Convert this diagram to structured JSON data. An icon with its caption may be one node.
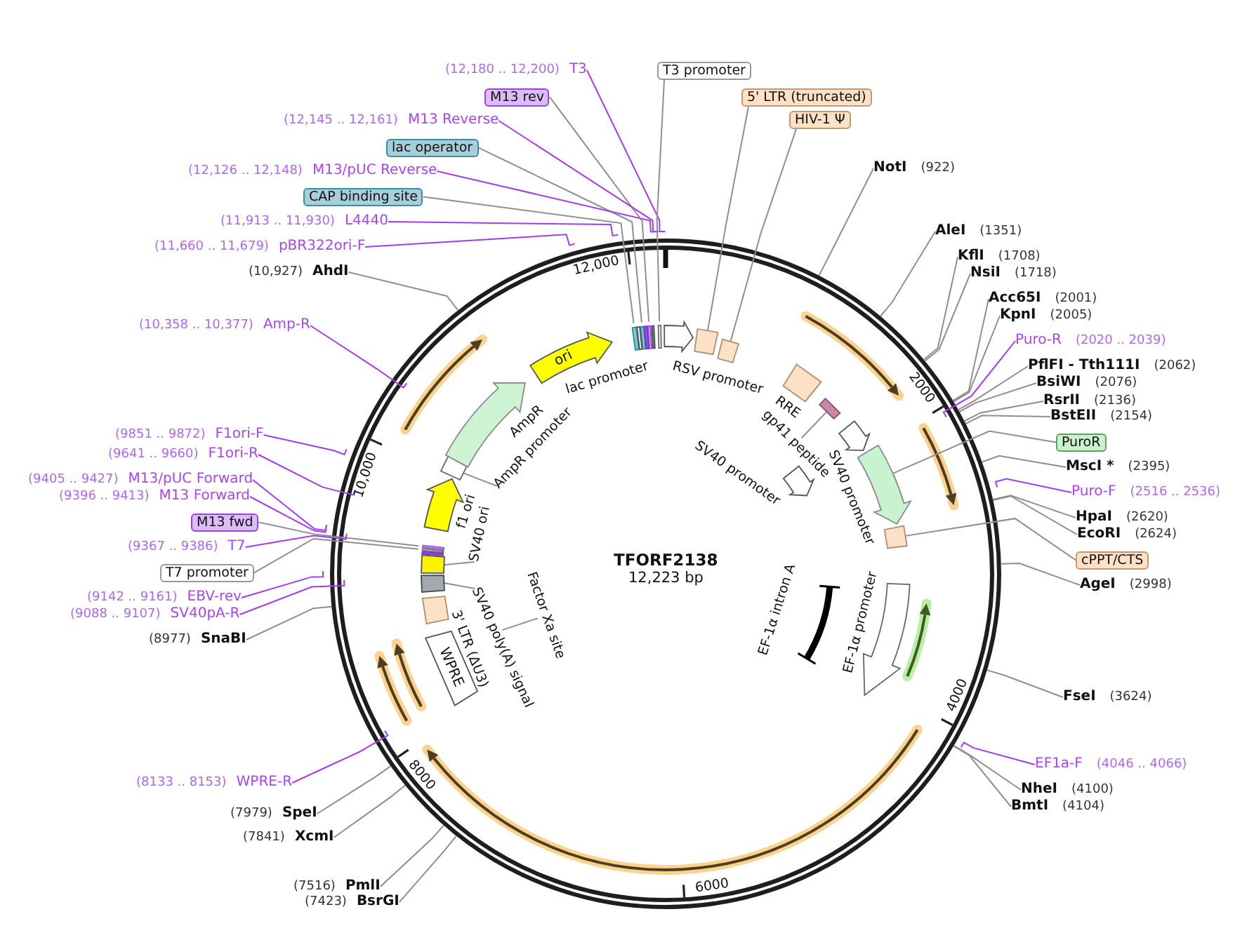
{
  "diagram": {
    "nodes": [
      {
        "text": [
          "TFORF2138",
          "12,223 bp"
        ]
      },
      {
        "text": [
          "ori"
        ],
        "in": 0
      },
      {
        "text": [
          "WPRE"
        ],
        "in": 0
      },
      {
        "text": [
          "AmpR promoter"
        ],
        "in": 0
      },
      {
        "text": [
          "SV40 ori"
        ],
        "in": 0
      },
      {
        "text": [
          "SV40 poly(A) signal"
        ],
        "in": 0
      },
      {
        "text": [
          "Factor Xa site"
        ],
        "in": 0
      },
      {
        "text": [
          "gp41 peptide"
        ],
        "in": 0
      },
      {
        "text": [
          "T3"
        ],
        "beside": [
          "(12,180 .. 12,200)"
        ]
      },
      {
        "text": [
          "M13 rev"
        ]
      },
      {
        "text": [
          "M13 Reverse"
        ],
        "beside": [
          "(12,145 .. 12,161)"
        ]
      },
      {
        "text": [
          "lac operator"
        ]
      },
      {
        "text": [
          "M13/pUC Reverse"
        ],
        "beside": [
          "(12,126 .. 12,148)"
        ]
      },
      {
        "text": [
          "CAP binding site"
        ]
      },
      {
        "text": [
          "L4440"
        ],
        "beside": [
          "(11,913 .. 11,930)"
        ]
      },
      {
        "text": [
          "pBR322ori-F"
        ],
        "beside": [
          "(11,660 .. 11,679)"
        ]
      },
      {
        "text": [
          "AhdI"
        ],
        "beside": [
          "(10,927)"
        ]
      },
      {
        "text": [
          "Amp-R"
        ],
        "beside": [
          "(10,358 .. 10,377)"
        ]
      },
      {
        "text": [
          "F1ori-F"
        ],
        "beside": [
          "(9851 .. 9872)"
        ]
      },
      {
        "text": [
          "F1ori-R"
        ],
        "beside": [
          "(9641 .. 9660)"
        ]
      },
      {
        "text": [
          "M13/pUC Forward"
        ],
        "beside": [
          "(9405 .. 9427)"
        ]
      },
      {
        "text": [
          "M13 Forward"
        ],
        "beside": [
          "(9396 .. 9413)"
        ]
      },
      {
        "text": [
          "M13 fwd"
        ]
      },
      {
        "text": [
          "T7"
        ],
        "beside": [
          "(9367 .. 9386)"
        ]
      },
      {
        "text": [
          "T7 promoter"
        ]
      },
      {
        "text": [
          "EBV-rev"
        ],
        "beside": [
          "(9142 .. 9161)"
        ]
      },
      {
        "text": [
          "SV40pA-R"
        ],
        "beside": [
          "(9088 .. 9107)"
        ]
      },
      {
        "text": [
          "SnaBI"
        ],
        "beside": [
          "(8977)"
        ]
      },
      {
        "text": [
          "WPRE-R"
        ],
        "beside": [
          "(8133 .. 8153)"
        ]
      },
      {
        "text": [
          "SpeI"
        ],
        "beside": [
          "(7979)"
        ]
      },
      {
        "text": [
          "XcmI"
        ],
        "beside": [
          "(7841)"
        ]
      },
      {
        "text": [
          "PmlI"
        ],
        "beside": [
          "(7516)"
        ]
      },
      {
        "text": [
          "BsrGI"
        ],
        "beside": [
          "(7423)"
        ]
      },
      {
        "text": [
          "T3 promoter"
        ]
      },
      {
        "text": [
          "5' LTR (truncated)"
        ]
      },
      {
        "text": [
          "HIV-1 Ψ"
        ]
      },
      {
        "text": [
          "NotI"
        ],
        "beside": [
          "(922)"
        ]
      },
      {
        "text": [
          "AleI"
        ],
        "beside": [
          "(1351)"
        ]
      },
      {
        "text": [
          "KflI"
        ],
        "beside": [
          "(1708)"
        ]
      },
      {
        "text": [
          "NsiI"
        ],
        "beside": [
          "(1718)"
        ]
      },
      {
        "text": [
          "Acc65I"
        ],
        "beside": [
          "(2001)"
        ]
      },
      {
        "text": [
          "KpnI"
        ],
        "beside": [
          "(2005)"
        ]
      },
      {
        "text": [
          "Puro-R"
        ],
        "beside": [
          "(2020 .. 2039)"
        ]
      },
      {
        "text": [
          "PflFI - Tth111I"
        ],
        "beside": [
          "(2062)"
        ]
      },
      {
        "text": [
          "BsiWI"
        ],
        "beside": [
          "(2076)"
        ]
      },
      {
        "text": [
          "RsrII"
        ],
        "beside": [
          "(2136)"
        ]
      },
      {
        "text": [
          "BstEII"
        ],
        "beside": [
          "(2154)"
        ]
      },
      {
        "text": [
          "PuroR"
        ]
      },
      {
        "text": [
          "MscI *"
        ],
        "beside": [
          "(2395)"
        ]
      },
      {
        "text": [
          "Puro-F"
        ],
        "beside": [
          "(2516 .. 2536)"
        ]
      },
      {
        "text": [
          "HpaI"
        ],
        "beside": [
          "(2620)"
        ]
      },
      {
        "text": [
          "EcoRI"
        ],
        "beside": [
          "(2624)"
        ]
      },
      {
        "text": [
          "cPPT/CTS"
        ]
      },
      {
        "text": [
          "AgeI"
        ],
        "beside": [
          "(2998)"
        ]
      },
      {
        "text": [
          "FseI"
        ],
        "beside": [
          "(3624)"
        ]
      },
      {
        "text": [
          "EF1a-F"
        ],
        "beside": [
          "(4046 .. 4066)"
        ]
      },
      {
        "text": [
          "NheI"
        ],
        "beside": [
          "(4100)"
        ]
      },
      {
        "text": [
          "BmtI"
        ],
        "beside": [
          "(4104)"
        ]
      },
      {
        "text": [],
        "shape": "bar",
        "in": 0
      },
      {
        "text": [],
        "shape": "bar",
        "in": 0
      },
      {
        "text": [],
        "shape": "bar",
        "in": 0
      },
      {
        "text": [],
        "shape": "bar",
        "in": 0
      },
      {
        "text": [],
        "shape": "box",
        "in": 0
      },
      {
        "text": [],
        "shape": "box",
        "in": 0
      },
      {
        "text": [],
        "shape": "arrow",
        "in": 0
      },
      {
        "text": [],
        "shape": "box",
        "in": 0
      },
      {
        "text": [],
        "shape": "bar",
        "in": 0
      },
      {
        "text": [],
        "shape": "bar",
        "in": 0
      },
      {
        "text": [],
        "shape": "box",
        "in": 0
      },
      {
        "text": [],
        "shape": "box",
        "in": 0
      },
      {
        "text": [],
        "shape": "box",
        "in": 0
      },
      {
        "text": [],
        "shape": "box",
        "in": 0
      },
      {
        "text": [],
        "shape": "arrow",
        "beside": [
          "f1 ori"
        ],
        "in": 0
      },
      {
        "text": [],
        "shape": "arrow",
        "beside": [
          "AmpR"
        ],
        "in": 0
      },
      {
        "text": [],
        "shape": "box",
        "beside": [
          "3' LTR (ΔU3)"
        ],
        "in": 0
      },
      {
        "text": [],
        "shape": "arrow",
        "in": 0
      },
      {
        "text": [],
        "shape": "box",
        "beside": [
          "RRE"
        ],
        "in": 0
      },
      {
        "text": [],
        "shape": "arrow",
        "beside": [
          "SV40 promoter"
        ],
        "in": 0
      },
      {
        "text": [],
        "shape": "arrow",
        "beside": [
          "EF-1α promoter"
        ],
        "in": 0
      },
      {
        "text": [],
        "shape": "arrow",
        "beside": [
          "SV40 promoter"
        ],
        "in": 0
      },
      {
        "text": [
          "EF-1α intron A"
        ],
        "in": 0
      },
      {
        "text": [],
        "shape": "bar",
        "in": 0
      },
      {
        "text": [],
        "shape": "bar",
        "in": 0
      },
      {
        "text": [],
        "shape": "bar",
        "in": 0
      },
      {
        "text": [],
        "shape": "bar",
        "in": 0
      }
    ],
    "edges": [
      {
        "from": 3,
        "to": 68,
        "arrow": "none"
      },
      {
        "from": 4,
        "to": 69,
        "arrow": "none"
      },
      {
        "from": 5,
        "to": 70,
        "arrow": "none"
      },
      {
        "from": 6,
        "to": 0,
        "arrow": "none"
      },
      {
        "from": 7,
        "to": 71,
        "arrow": "none"
      },
      {
        "from": 8,
        "to": 0,
        "arrow": "none",
        "color": "#a53bf0"
      },
      {
        "from": 9,
        "to": 59,
        "arrow": "none"
      },
      {
        "from": 10,
        "to": 0,
        "arrow": "none",
        "color": "#a53bf0"
      },
      {
        "from": 11,
        "to": 60,
        "arrow": "none"
      },
      {
        "from": 12,
        "to": 0,
        "arrow": "none",
        "color": "#a53bf0"
      },
      {
        "from": 13,
        "to": 61,
        "arrow": "none"
      },
      {
        "from": 14,
        "to": 0,
        "arrow": "none",
        "color": "#a53bf0"
      },
      {
        "from": 15,
        "to": 0,
        "arrow": "none",
        "color": "#a53bf0"
      },
      {
        "from": 16,
        "to": 0,
        "arrow": "none"
      },
      {
        "from": 17,
        "to": 0,
        "arrow": "none",
        "color": "#a53bf0"
      },
      {
        "from": 18,
        "to": 0,
        "arrow": "none",
        "color": "#a53bf0"
      },
      {
        "from": 19,
        "to": 0,
        "arrow": "none",
        "color": "#a53bf0"
      },
      {
        "from": 20,
        "to": 0,
        "arrow": "none",
        "color": "#a53bf0"
      },
      {
        "from": 21,
        "to": 0,
        "arrow": "none",
        "color": "#a53bf0"
      },
      {
        "from": 22,
        "to": 66,
        "arrow": "none"
      },
      {
        "from": 23,
        "to": 0,
        "arrow": "none",
        "color": "#a53bf0"
      },
      {
        "from": 24,
        "to": 67,
        "arrow": "none"
      },
      {
        "from": 25,
        "to": 0,
        "arrow": "none",
        "color": "#a53bf0"
      },
      {
        "from": 26,
        "to": 0,
        "arrow": "none",
        "color": "#a53bf0"
      },
      {
        "from": 27,
        "to": 0,
        "arrow": "none"
      },
      {
        "from": 28,
        "to": 0,
        "arrow": "none",
        "color": "#a53bf0"
      },
      {
        "from": 29,
        "to": 0,
        "arrow": "none"
      },
      {
        "from": 30,
        "to": 0,
        "arrow": "none"
      },
      {
        "from": 31,
        "to": 0,
        "arrow": "none"
      },
      {
        "from": 32,
        "to": 0,
        "arrow": "none"
      },
      {
        "from": 33,
        "to": 58,
        "arrow": "none"
      },
      {
        "from": 34,
        "to": 62,
        "arrow": "none"
      },
      {
        "from": 35,
        "to": 63,
        "arrow": "none"
      },
      {
        "from": 36,
        "to": 0,
        "arrow": "none"
      },
      {
        "from": 37,
        "to": 0,
        "arrow": "none"
      },
      {
        "from": 38,
        "to": 0,
        "arrow": "none"
      },
      {
        "from": 39,
        "to": 0,
        "arrow": "none"
      },
      {
        "from": 40,
        "to": 0,
        "arrow": "none"
      },
      {
        "from": 41,
        "to": 0,
        "arrow": "none"
      },
      {
        "from": 42,
        "to": 0,
        "arrow": "none",
        "color": "#a53bf0"
      },
      {
        "from": 43,
        "to": 0,
        "arrow": "none"
      },
      {
        "from": 44,
        "to": 0,
        "arrow": "none"
      },
      {
        "from": 45,
        "to": 0,
        "arrow": "none"
      },
      {
        "from": 46,
        "to": 0,
        "arrow": "none"
      },
      {
        "from": 47,
        "to": 64,
        "arrow": "none"
      },
      {
        "from": 48,
        "to": 0,
        "arrow": "none"
      },
      {
        "from": 49,
        "to": 0,
        "arrow": "none",
        "color": "#a53bf0"
      },
      {
        "from": 50,
        "to": 0,
        "arrow": "none"
      },
      {
        "from": 51,
        "to": 0,
        "arrow": "none"
      },
      {
        "from": 52,
        "to": 65,
        "arrow": "none"
      },
      {
        "from": 53,
        "to": 0,
        "arrow": "none"
      },
      {
        "from": 54,
        "to": 0,
        "arrow": "none"
      },
      {
        "from": 55,
        "to": 0,
        "arrow": "none",
        "color": "#a53bf0"
      },
      {
        "from": 56,
        "to": 0,
        "arrow": "none"
      },
      {
        "from": 57,
        "to": 0,
        "arrow": "none"
      }
    ],
    "labels": [
      "lac promoter",
      "RSV promoter",
      "2000",
      "4000",
      "6000",
      "8000",
      "10,000",
      "12,000"
    ]
  }
}
